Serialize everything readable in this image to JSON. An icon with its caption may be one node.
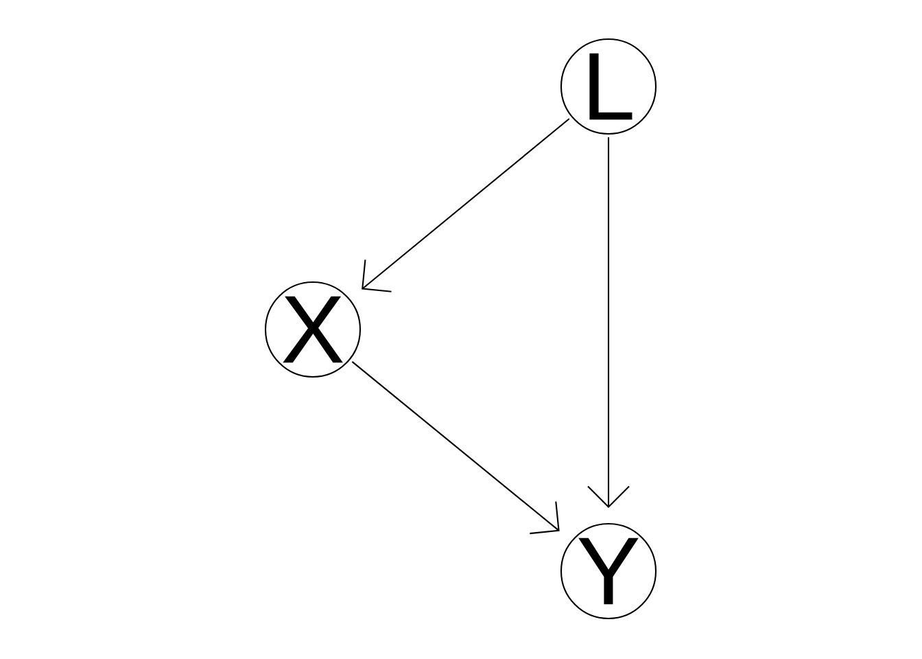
{
  "diagram": {
    "nodes": [
      {
        "text": [
          "L"
        ]
      },
      {
        "text": [
          "X"
        ]
      },
      {
        "text": [
          "Y"
        ]
      }
    ],
    "edges": [
      {
        "from": 0,
        "to": 1,
        "arrow": "to"
      },
      {
        "from": 1,
        "to": 2,
        "arrow": "to"
      },
      {
        "from": 0,
        "to": 2,
        "arrow": "to"
      }
    ]
  }
}
